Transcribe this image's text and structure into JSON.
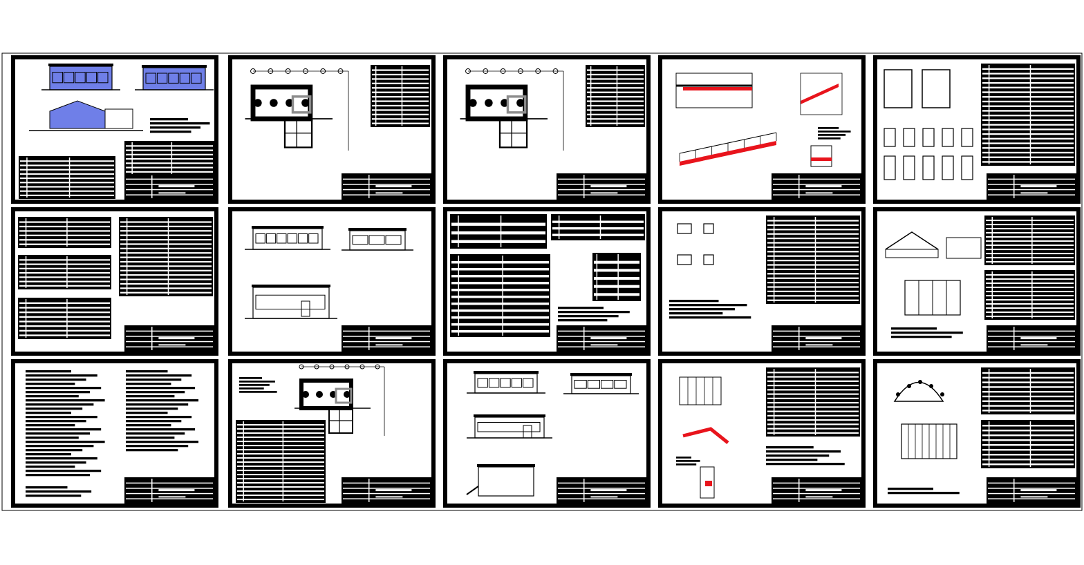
{
  "drawing_set": {
    "layout": "sheet-grid",
    "rows": 3,
    "columns": 5,
    "sheet_count": 15,
    "sheets": [
      {
        "id": "r1c1",
        "kind": "elevations-and-spec"
      },
      {
        "id": "r1c2",
        "kind": "floor-plan-and-table"
      },
      {
        "id": "r1c3",
        "kind": "floor-plan-and-table"
      },
      {
        "id": "r1c4",
        "kind": "ramp-details"
      },
      {
        "id": "r1c5",
        "kind": "doors-windows-schedule"
      },
      {
        "id": "r2c1",
        "kind": "specification-tables"
      },
      {
        "id": "r2c2",
        "kind": "building-elevations"
      },
      {
        "id": "r2c3",
        "kind": "legend-tables"
      },
      {
        "id": "r2c4",
        "kind": "details-and-table"
      },
      {
        "id": "r2c5",
        "kind": "sections-and-tables"
      },
      {
        "id": "r3c1",
        "kind": "general-notes"
      },
      {
        "id": "r3c2",
        "kind": "plan-and-table"
      },
      {
        "id": "r3c3",
        "kind": "elevations-and-section"
      },
      {
        "id": "r3c4",
        "kind": "stair-ramp-details"
      },
      {
        "id": "r3c5",
        "kind": "roof-details-and-tables"
      }
    ]
  },
  "colors": {
    "frame": "#000000",
    "paper": "#ffffff",
    "highlight_red": "#e8141c",
    "highlight_blue": "#6f7fe8",
    "line_gray": "#8c8c8c"
  }
}
